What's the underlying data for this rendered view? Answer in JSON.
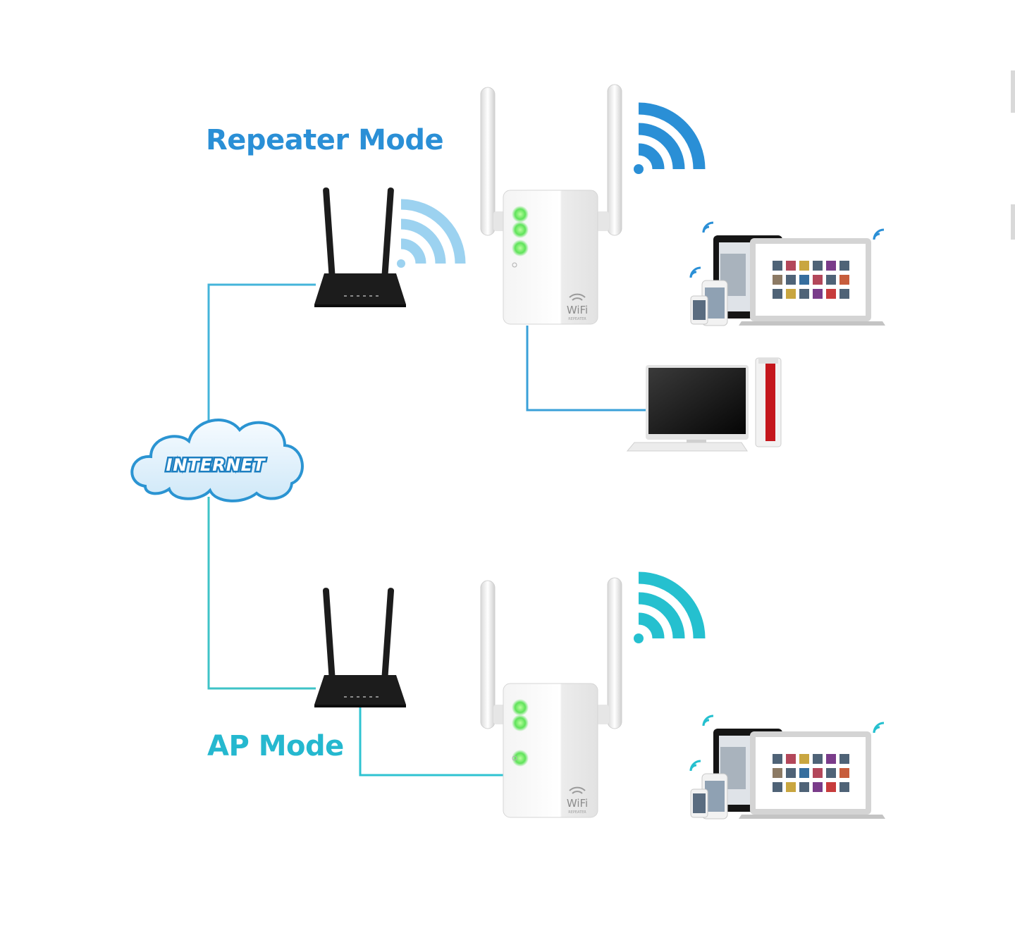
{
  "titles": {
    "repeater_mode": "Repeater Mode",
    "ap_mode": "AP Mode"
  },
  "cloud": {
    "label": "INTERNET"
  },
  "extender": {
    "brand": "WiFi",
    "brand_sub": "REPEATER"
  },
  "colors": {
    "repeater_blue": "#2a8fd6",
    "ap_teal": "#25b8cf",
    "link_line": "#44b4da",
    "led_green": "#5fe35a",
    "router_black": "#1c1c1c"
  },
  "icons": {
    "router": "wireless-router-icon",
    "extender": "wifi-extender-icon",
    "cloud": "internet-cloud-icon",
    "wifi": "wifi-signal-icon",
    "desktop": "desktop-computer-icon",
    "devices": "laptop-tablet-phone-icon"
  }
}
